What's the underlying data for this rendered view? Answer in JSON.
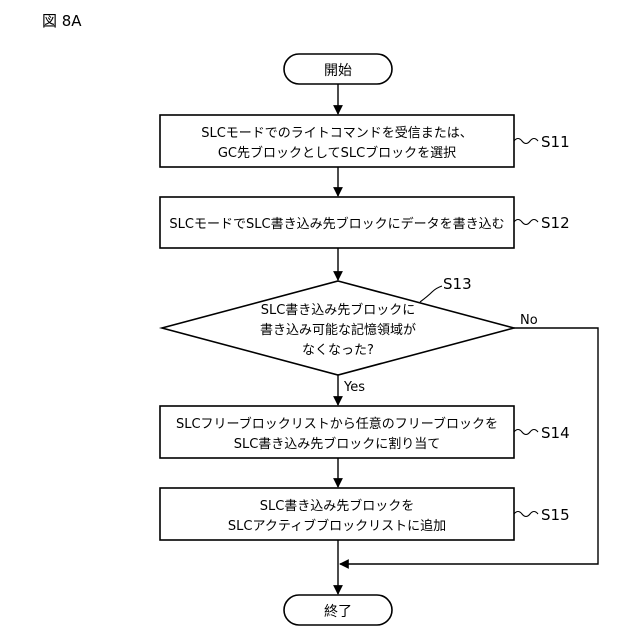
{
  "figure_label": "図 8A",
  "start_label": "開始",
  "end_label": "終了",
  "steps": {
    "s11": {
      "id": "S11",
      "line1": "SLCモードでのライトコマンドを受信または、",
      "line2": "GC先ブロックとしてSLCブロックを選択"
    },
    "s12": {
      "id": "S12",
      "line1": "SLCモードでSLC書き込み先ブロックにデータを書き込む"
    },
    "s13": {
      "id": "S13",
      "line1": "SLC書き込み先ブロックに",
      "line2": "書き込み可能な記憶領域が",
      "line3": "なくなった?"
    },
    "s14": {
      "id": "S14",
      "line1": "SLCフリーブロックリストから任意のフリーブロックを",
      "line2": "SLC書き込み先ブロックに割り当て"
    },
    "s15": {
      "id": "S15",
      "line1": "SLC書き込み先ブロックを",
      "line2": "SLCアクティブブロックリストに追加"
    }
  },
  "branches": {
    "yes": "Yes",
    "no": "No"
  }
}
